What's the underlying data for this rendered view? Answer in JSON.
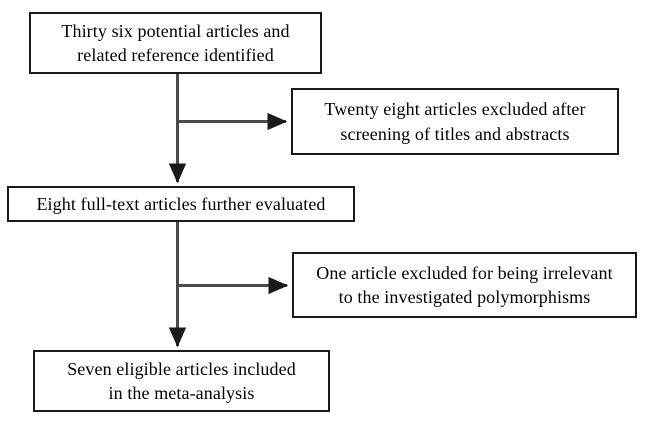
{
  "figure": {
    "type": "flowchart",
    "orientation": "vertical-with-side-branches",
    "stroke_color": "#1a1a1a",
    "text_color": "#000000",
    "background_color": "#ffffff"
  },
  "nodes": {
    "identified": {
      "line1": "Thirty six potential articles and",
      "line2": "related reference identified"
    },
    "excluded_screening": {
      "line1": "Twenty eight articles excluded after",
      "line2": "screening of titles and abstracts"
    },
    "fulltext_evaluated": {
      "line1": "Eight full-text articles further evaluated"
    },
    "excluded_irrelevant": {
      "line1": "One article excluded for being irrelevant",
      "line2": "to the investigated polymorphisms"
    },
    "included": {
      "line1": "Seven eligible articles included",
      "line2": "in the meta-analysis"
    }
  },
  "connectors": [
    {
      "name": "identified-to-fulltext",
      "kind": "vertical-arrow",
      "from": "identified",
      "to": "fulltext_evaluated"
    },
    {
      "name": "branch-to-excluded-screening",
      "kind": "horizontal-arrow",
      "from": "identified",
      "to": "excluded_screening"
    },
    {
      "name": "fulltext-to-included",
      "kind": "vertical-arrow",
      "from": "fulltext_evaluated",
      "to": "included"
    },
    {
      "name": "branch-to-excluded-irrelevant",
      "kind": "horizontal-arrow",
      "from": "fulltext_evaluated",
      "to": "excluded_irrelevant"
    }
  ]
}
